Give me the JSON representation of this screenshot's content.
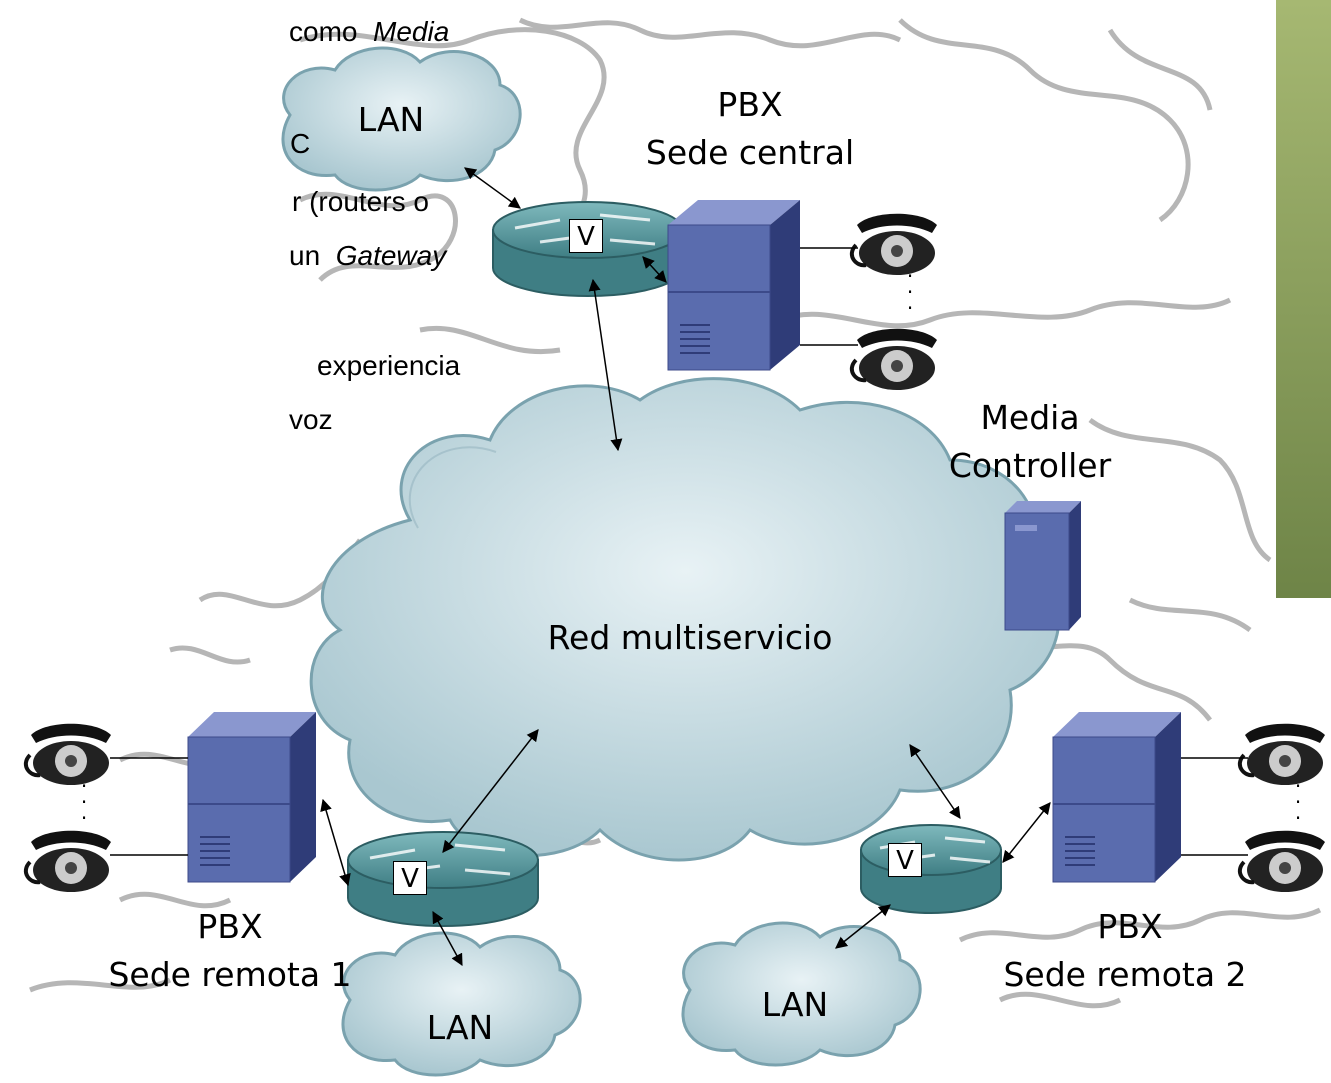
{
  "text_fragments": {
    "line1": "como",
    "line1_italic": "Media",
    "line2": "C",
    "line3": "r  (routers  o",
    "line4": "un",
    "line4_italic": "Gateway",
    "line5": "experiencia",
    "line6": "voz"
  },
  "labels": {
    "pbx_central_1": "PBX",
    "pbx_central_2": "Sede central",
    "media_controller_1": "Media",
    "media_controller_2": "Controller",
    "red": "Red multiservicio",
    "pbx_remote1_1": "PBX",
    "pbx_remote1_2": "Sede remota 1",
    "pbx_remote2_1": "PBX",
    "pbx_remote2_2": "Sede remota 2",
    "lan": "LAN",
    "router_v": "V",
    "dots": "·\n·\n·"
  },
  "colors": {
    "sidebar_top": "#9fb36a",
    "sidebar_bottom": "#6f8448",
    "cloud_fill": "#c9dde3",
    "cloud_edge": "#6f98a6",
    "router_fill": "#4f8f94",
    "server_fill": "#5a6cae",
    "map_line": "#b8b8b8"
  }
}
